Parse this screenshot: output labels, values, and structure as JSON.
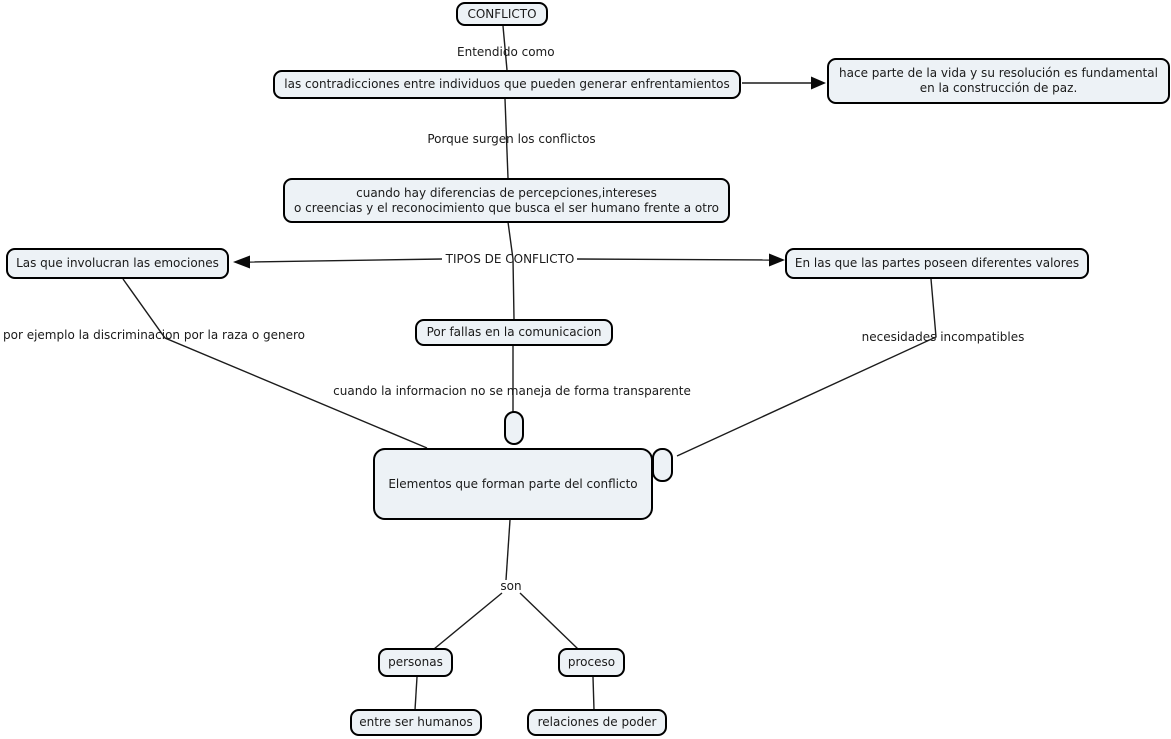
{
  "diagram_title": "Mapa conceptual del conflicto",
  "colors": {
    "background": "#ffffff",
    "node_fill": "#edf2f6",
    "node_border": "#000000",
    "line": "#1c1c1c",
    "text": "#1a1a1a"
  },
  "nodes": {
    "conflicto": {
      "label": "CONFLICTO"
    },
    "contradicciones": {
      "label": "las contradicciones entre individuos que pueden generar  enfrentamientos"
    },
    "hace_parte": {
      "line1": "hace parte de la vida y su resolución es fundamental",
      "line2": "en la construcción de paz."
    },
    "diferencias": {
      "line1": "cuando hay diferencias de percepciones,intereses",
      "line2": "o creencias y el reconocimiento que busca el ser humano frente a otro"
    },
    "emociones": {
      "label": "Las que involucran las emociones"
    },
    "valores": {
      "label": "En las que las partes poseen diferentes valores"
    },
    "fallas": {
      "label": "Por fallas en la comunicacion"
    },
    "elementos": {
      "label": "Elementos que forman parte del conflicto"
    },
    "personas": {
      "label": "personas"
    },
    "proceso": {
      "label": "proceso"
    },
    "entre_humanos": {
      "label": "entre ser humanos"
    },
    "relaciones_poder": {
      "label": "relaciones de poder"
    }
  },
  "links": {
    "entendido_como": "Entendido como",
    "porque_surgen": "Porque surgen los conflictos",
    "tipos_de_conflicto": "TIPOS DE CONFLICTO",
    "por_ejemplo": "por ejemplo la discriminacion por la raza o genero",
    "necesidades": "necesidades incompatibles",
    "cuando_info": "cuando la informacion no se maneja de forma transparente",
    "son": "son"
  }
}
